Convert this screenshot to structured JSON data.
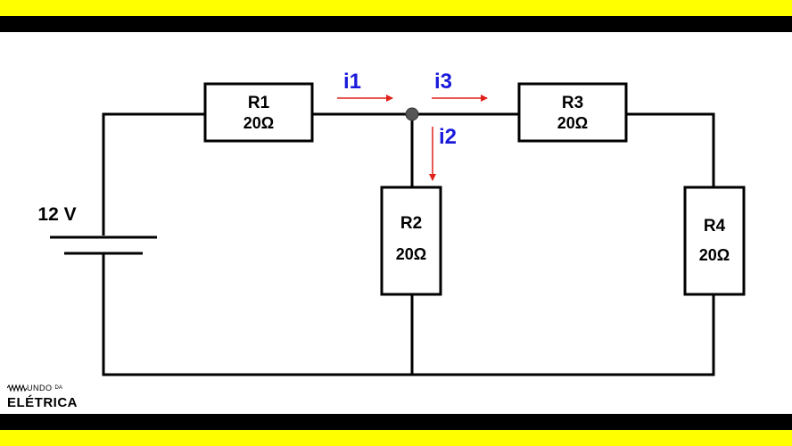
{
  "colors": {
    "band_yellow": "#ffff00",
    "band_black": "#000000",
    "current_arrow": "#e0201a",
    "current_label": "#1a1adc"
  },
  "source": {
    "voltage_label": "12 V"
  },
  "resistors": [
    {
      "name": "R1",
      "value": "20Ω"
    },
    {
      "name": "R2",
      "value": "20Ω"
    },
    {
      "name": "R3",
      "value": "20Ω"
    },
    {
      "name": "R4",
      "value": "20Ω"
    }
  ],
  "currents": [
    {
      "name": "i1"
    },
    {
      "name": "i2"
    },
    {
      "name": "i3"
    }
  ],
  "logo": {
    "word1": "UNDO",
    "word2": "DA",
    "word3": "ELÉTRICA"
  }
}
